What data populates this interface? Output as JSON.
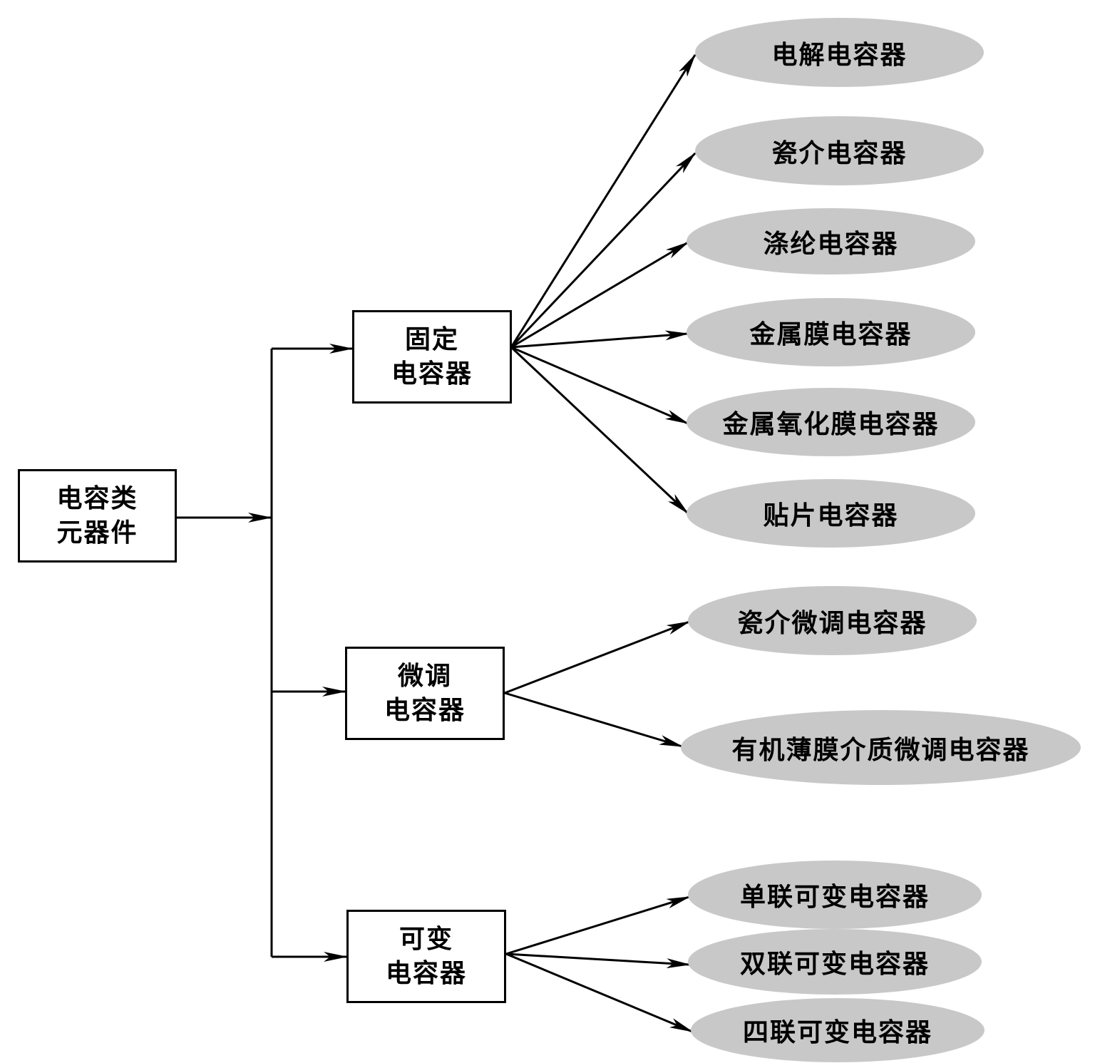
{
  "root": {
    "line1": "电容类",
    "line2": "元器件"
  },
  "categories": [
    {
      "line1": "固定",
      "line2": "电容器"
    },
    {
      "line1": "微调",
      "line2": "电容器"
    },
    {
      "line1": "可变",
      "line2": "电容器"
    }
  ],
  "leaves": {
    "fixed": [
      "电解电容器",
      "瓷介电容器",
      "涤纶电容器",
      "金属膜电容器",
      "金属氧化膜电容器",
      "贴片电容器"
    ],
    "trimmer": [
      "瓷介微调电容器",
      "有机薄膜介质微调电容器"
    ],
    "variable": [
      "单联可变电容器",
      "双联可变电容器",
      "四联可变电容器"
    ]
  },
  "colors": {
    "line": "#000000",
    "leaf_fill": "#c8c8c8",
    "box_fill": "#ffffff"
  }
}
